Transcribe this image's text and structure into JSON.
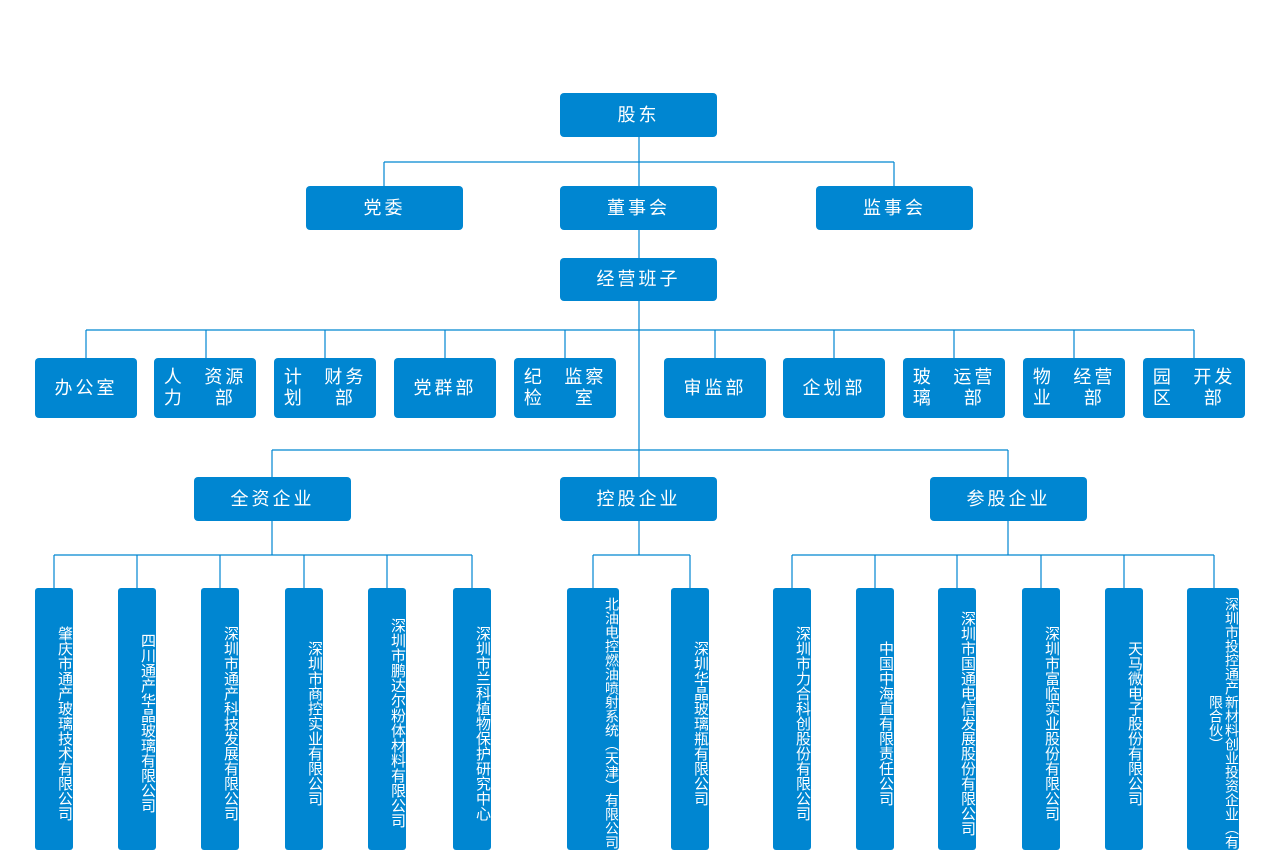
{
  "colors": {
    "box": "#0086d1",
    "line": "#0086d1",
    "text": "#ffffff"
  },
  "top": {
    "shareholders": "股东",
    "party_committee": "党委",
    "board": "董事会",
    "supervisors": "监事会",
    "management": "经营班子"
  },
  "departments": [
    {
      "line1": "办公室"
    },
    {
      "line1": "人力",
      "line2": "资源部"
    },
    {
      "line1": "计划",
      "line2": "财务部"
    },
    {
      "line1": "党群部"
    },
    {
      "line1": "纪检",
      "line2": "监察室"
    },
    {
      "line1": "审监部"
    },
    {
      "line1": "企划部"
    },
    {
      "line1": "玻璃",
      "line2": "运营部"
    },
    {
      "line1": "物业",
      "line2": "经营部"
    },
    {
      "line1": "园区",
      "line2": "开发部"
    }
  ],
  "groups": {
    "wholly_owned": "全资企业",
    "holding": "控股企业",
    "participating": "参股企业"
  },
  "companies": [
    "肇庆市通产玻璃技术有限公司",
    "四川通产华晶玻璃有限公司",
    "深圳市通产科技发展有限公司",
    "深圳市商控实业有限公司",
    "深圳市鹏达尔粉体材料有限公司",
    "深圳市兰科植物保护研究中心",
    "北油电控燃油喷射系统（天津）有限公司",
    "深圳华晶玻璃瓶有限公司",
    "深圳市力合科创股份有限公司",
    "中国中海直有限责任公司",
    "深圳市国通电信发展股份有限公司",
    "深圳市富临实业股份有限公司",
    "天马微电子股份有限公司",
    "深圳市投控通产新材料创业投资企业（有限合伙）"
  ]
}
